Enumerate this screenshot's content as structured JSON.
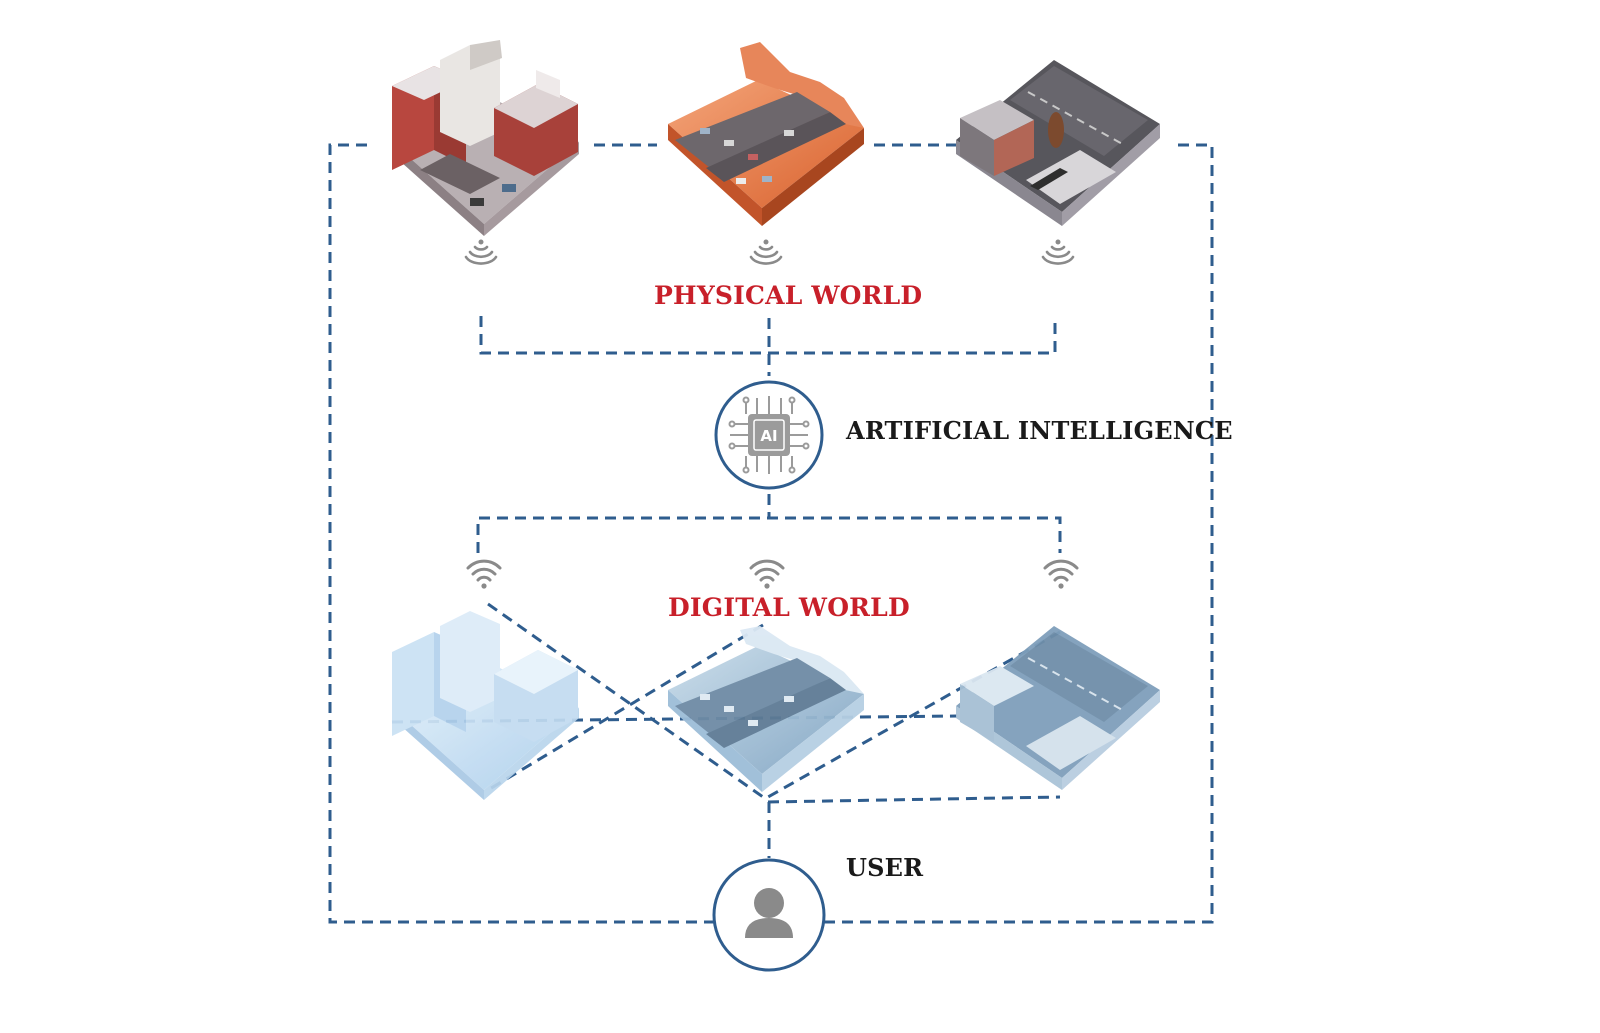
{
  "labels": {
    "physical_world": "PHYSICAL WORLD",
    "artificial_intelligence": "ARTIFICIAL INTELLIGENCE",
    "digital_world": "DIGITAL WORLD",
    "user": "USER"
  },
  "ai_chip_text": "AI",
  "icons": {
    "ai": "ai-chip-icon",
    "user": "user-icon",
    "sensor": "wireless-sensor-icon",
    "wifi": "wifi-icon",
    "tiles": [
      "city-block-tile",
      "highway-canyon-tile",
      "road-junction-tile"
    ]
  },
  "colors": {
    "accent_red": "#c8202a",
    "label_dark": "#1a1a1a",
    "connector_blue": "#2f5d8e",
    "icon_gray": "#8a8a8a"
  }
}
